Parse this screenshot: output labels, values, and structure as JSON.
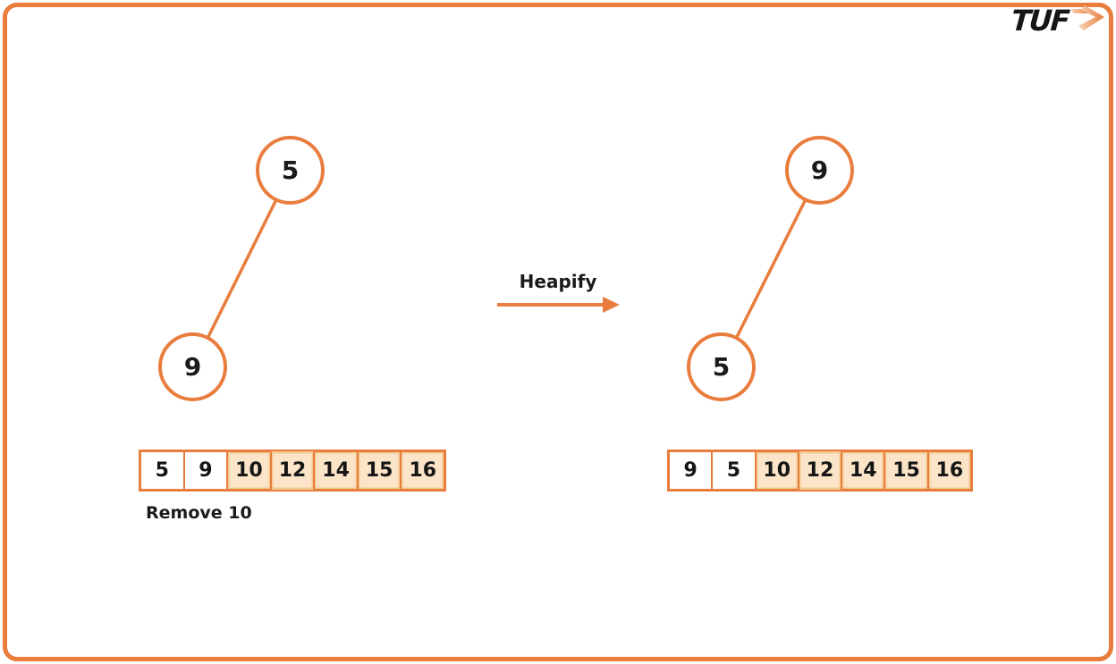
{
  "logo": {
    "text": "TUF",
    "arrow_icon": "forward-arrow"
  },
  "colors": {
    "accent": "#e87d3e",
    "accent_light": "#f3c98f",
    "cell_fill": "#fce4c8",
    "text": "#1a1a1a"
  },
  "left_panel": {
    "tree": {
      "root_value": "5",
      "child_value": "9"
    },
    "array": {
      "values": [
        "5",
        "9",
        "10",
        "12",
        "14",
        "15",
        "16"
      ]
    },
    "caption": "Remove 10"
  },
  "transition": {
    "label": "Heapify"
  },
  "right_panel": {
    "tree": {
      "root_value": "9",
      "child_value": "5"
    },
    "array": {
      "values": [
        "9",
        "5",
        "10",
        "12",
        "14",
        "15",
        "16"
      ]
    }
  }
}
